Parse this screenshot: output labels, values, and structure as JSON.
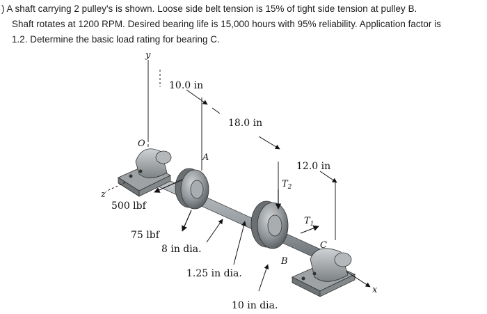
{
  "problem": {
    "lines": [
      ") A shaft carrying 2 pulley's is shown.  Loose side belt tension is 15% of tight side tension at pulley B.",
      "Shaft rotates at 1200 RPM.  Desired bearing life is 15,000 hours with 95% reliability.  Application factor is",
      "1.2.  Determine the basic load rating for bearing C."
    ]
  },
  "figure": {
    "axis_y": "y",
    "axis_x": "x",
    "axis_z": "z",
    "origin": "O",
    "pulley_a": "A",
    "pulley_b": "B",
    "bearing_c": "C",
    "tension_t2": "T",
    "tension_t2_sub": "2",
    "tension_t1": "T",
    "tension_t1_sub": "1",
    "dim_1": "10.0 in",
    "dim_2": "18.0 in",
    "dim_3": "12.0 in",
    "force_500": "500 lbf",
    "force_75": "75 lbf",
    "dia_a": "8 in dia.",
    "dia_shaft": "1.25 in dia.",
    "dia_b": "10 in dia."
  },
  "colors": {
    "text": "#1a1a1a",
    "shaft": "#9aa0a4",
    "pulley": "#8f9498",
    "bearing": "#a4a8ab"
  }
}
